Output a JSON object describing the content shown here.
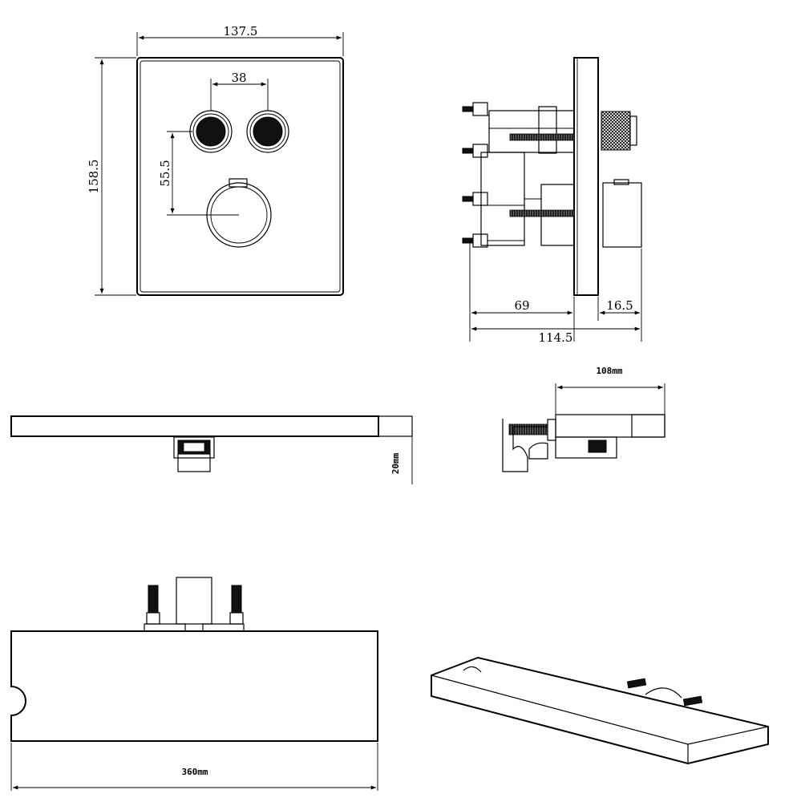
{
  "dimensions": {
    "panel_width": "137.5",
    "panel_height": "158.5",
    "button_spacing": "38",
    "button_to_knob": "55.5",
    "side_depth": "69",
    "side_front": "16.5",
    "side_total": "114.5",
    "spout_length": "108mm",
    "spout_height": "20mm",
    "spout_width": "360mm"
  },
  "colors": {
    "line": "#000000",
    "background": "#ffffff"
  }
}
